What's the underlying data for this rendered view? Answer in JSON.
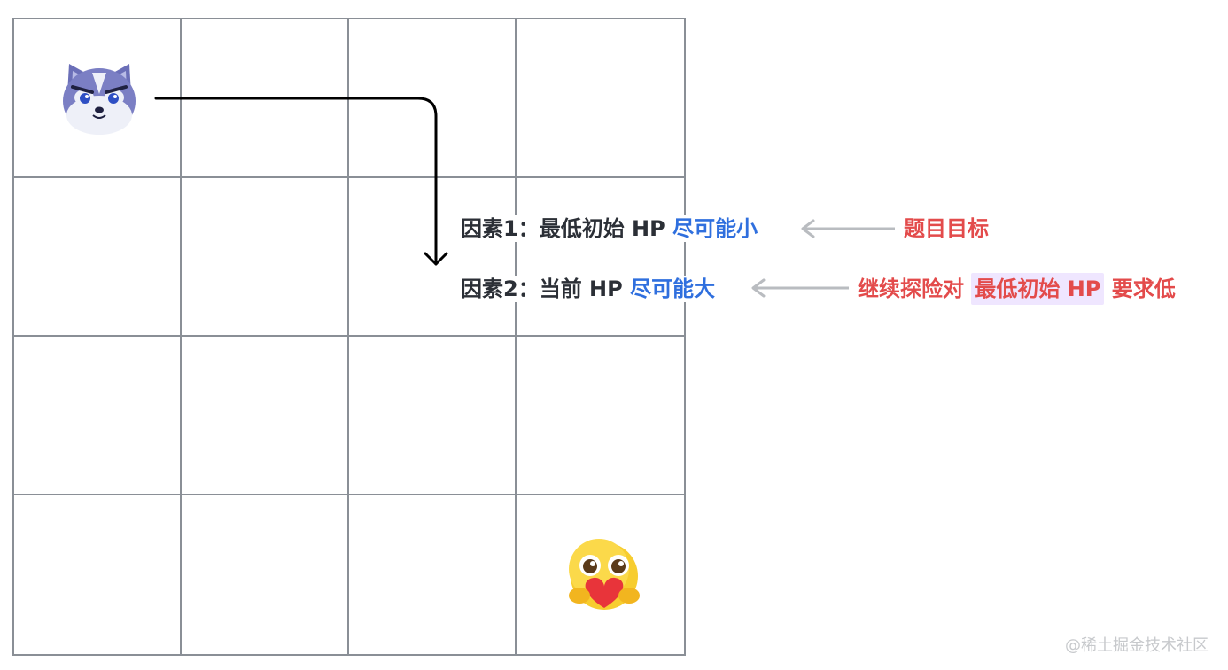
{
  "factors": [
    {
      "label_prefix": "因素1：",
      "label_main": "最低初始 HP ",
      "label_highlight": "尽可能小",
      "annotation": "题目目标"
    },
    {
      "label_prefix": "因素2：",
      "label_main": "当前 HP ",
      "label_highlight": "尽可能大",
      "annotation_pre": "继续探险对 ",
      "annotation_highlight": "最低初始 HP",
      "annotation_post": " 要求低"
    }
  ],
  "icons": {
    "start": "husky-face-icon",
    "end": "heart-hug-emoji-icon"
  },
  "colors": {
    "grid_line": "#8a8f96",
    "path": "#000000",
    "arrow_gray": "#b9bcc0",
    "blue": "#2f6fde",
    "red": "#e34b4b",
    "highlight_bg": "#efe6ff"
  },
  "watermark": "@稀土掘金技术社区"
}
